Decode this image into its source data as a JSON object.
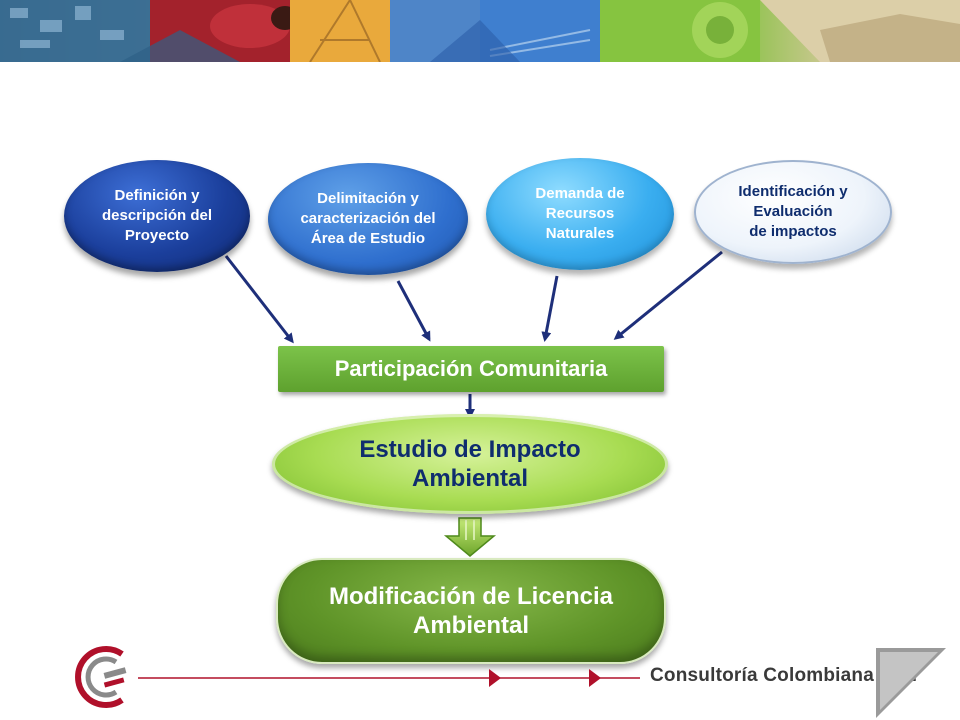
{
  "diagram": {
    "nodes": [
      {
        "id": "definicion",
        "lines": [
          "Definición y",
          "descripción del",
          "Proyecto"
        ]
      },
      {
        "id": "delimitacion",
        "lines": [
          "Delimitación y",
          "caracterización del",
          "Área de Estudio"
        ]
      },
      {
        "id": "demanda",
        "lines": [
          "Demanda de",
          "Recursos",
          "Naturales"
        ]
      },
      {
        "id": "identificacion",
        "lines": [
          "Identificación y",
          "Evaluación",
          "de impactos"
        ]
      }
    ],
    "participacion": "Participación Comunitaria",
    "estudio": [
      "Estudio de Impacto",
      "Ambiental"
    ],
    "licencia": [
      "Modificación de Licencia",
      "Ambiental"
    ]
  },
  "footer": {
    "company": "Consultoría Colombiana S.A."
  },
  "colors": {
    "dark_blue": "#1b3f9c",
    "mid_blue": "#2f6fce",
    "light_blue": "#3aaef0",
    "arrow_navy": "#1e2f7a",
    "green": "#6db33f",
    "dark_green": "#5f9428",
    "footer_red": "#b0102a"
  },
  "icons": [
    "banner-photo-collage",
    "company-logo-icon",
    "down-arrow-icon",
    "corner-fold-icon"
  ]
}
